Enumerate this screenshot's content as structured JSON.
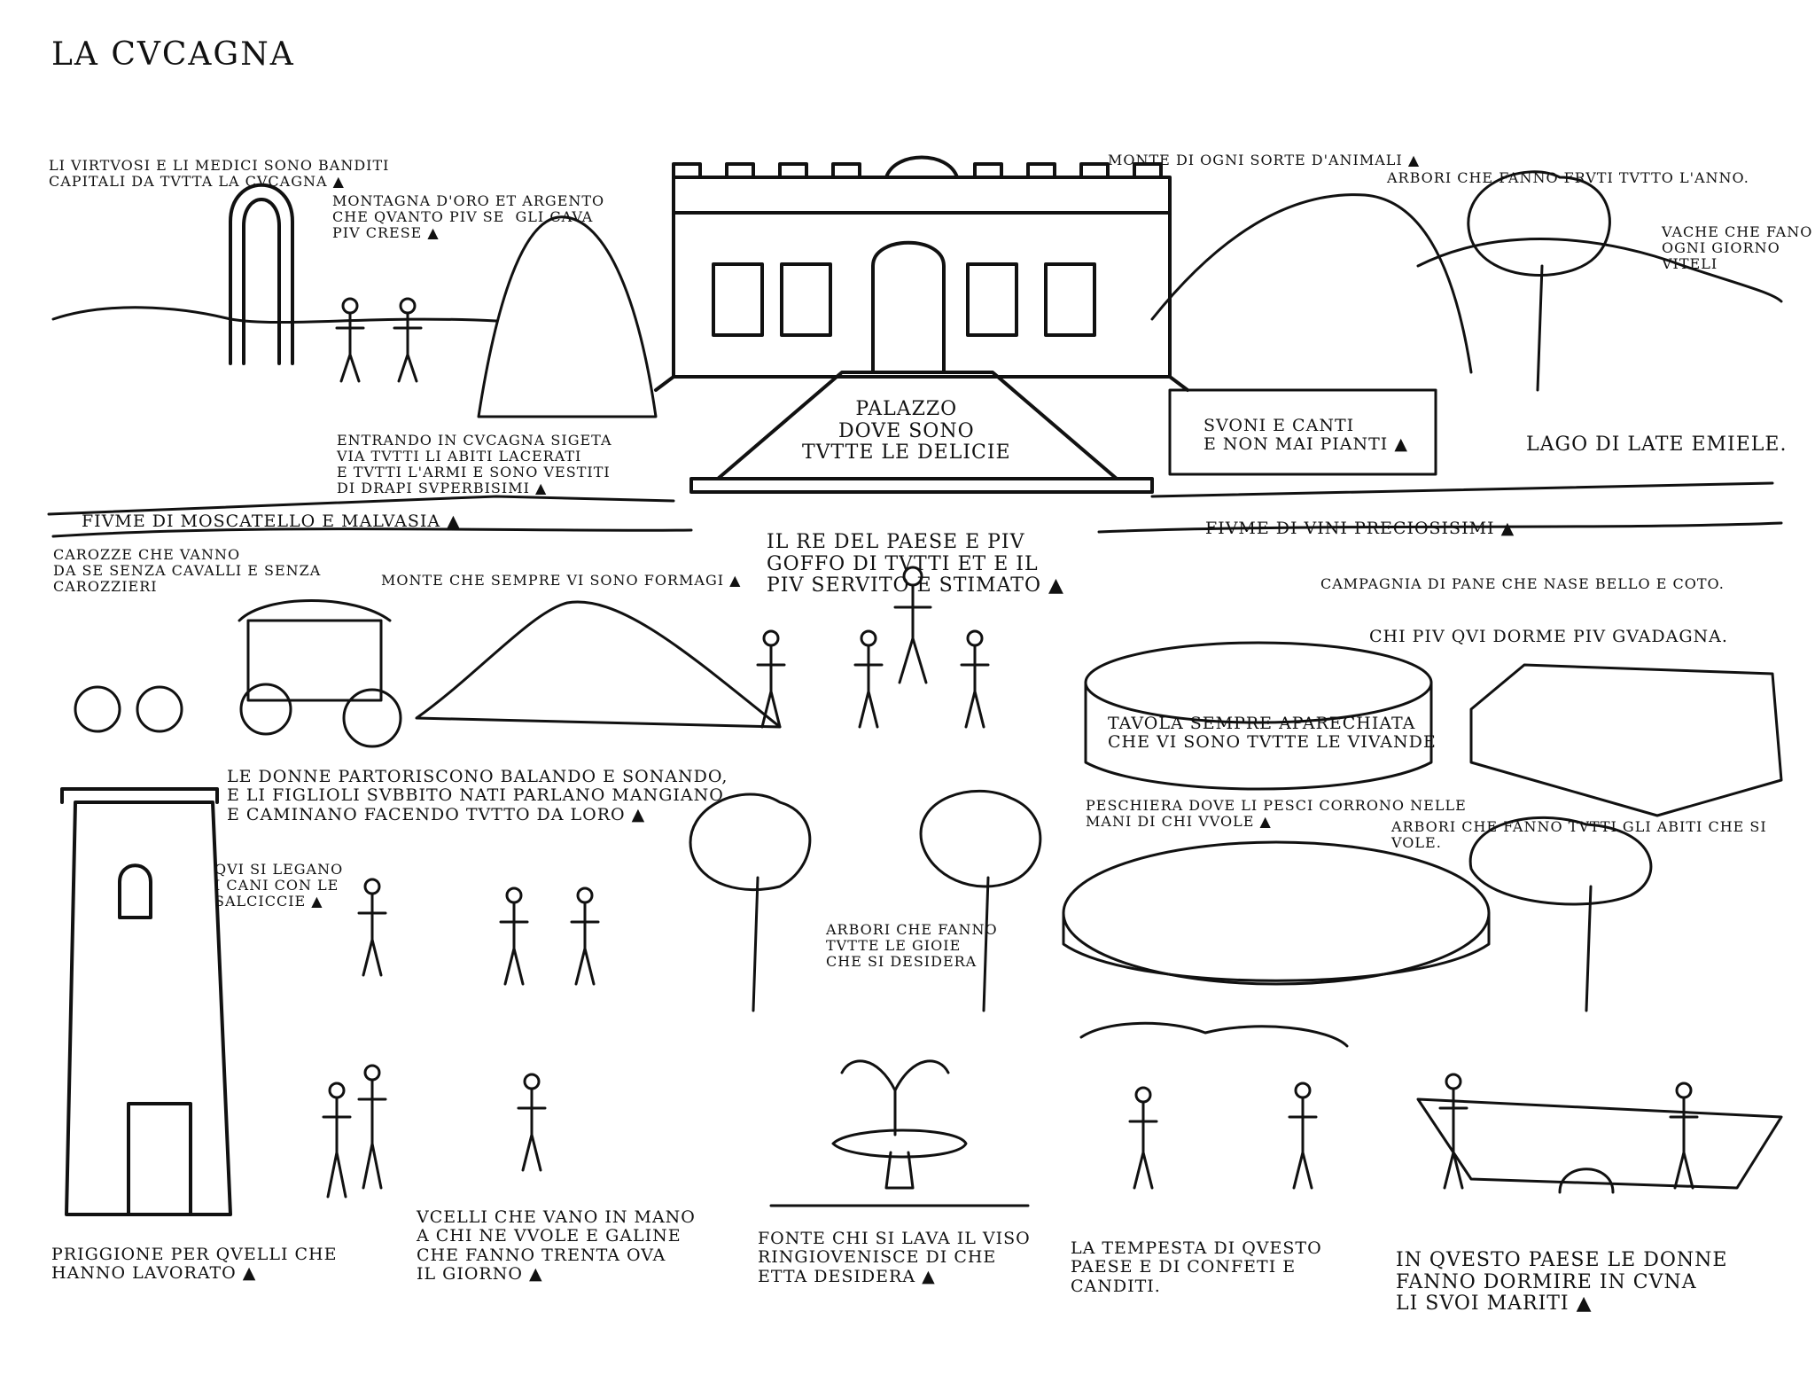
{
  "title": "LA CVCAGNA",
  "captions": {
    "virtuosi": "LI VIRTVOSI E LI MEDICI SONO BANDITI\nCAPITALI DA TVTTA LA CVCAGNA ▲",
    "montagna_oro": "MONTAGNA D'ORO ET ARGENTO\nCHE QVANTO PIV SE  GLI CAVA\nPIV CRESE ▲",
    "entrando": "ENTRANDO IN CVCAGNA SIGETA\nVIA TVTTI LI ABITI LACERATI\nE TVTTI L'ARMI E SONO VESTITI\nDI DRAPI SVPERBISIMI ▲",
    "fiume_moscatello": "FIVME DI MOSCATELLO E MALVASIA ▲",
    "palazzo": "PALAZZO\nDOVE SONO\nTVTTE LE DELICIE",
    "monte_animali": "MONTE DI OGNI SORTE D'ANIMALI ▲",
    "arbori_frutti": "ARBORI CHE FANNO FRVTI TVTTO L'ANNO.",
    "vache": "VACHE CHE FANO\nOGNI GIORNO\nVITELI",
    "suoni": "SVONI E CANTI\nE NON MAI PIANTI ▲",
    "lago": "LAGO DI LATE EMIELE.",
    "re": "IL RE DEL PAESE E PIV\nGOFFO DI TVTTI ET E IL\nPIV SERVITO E STIMATO ▲",
    "fiume_vini": "FIVME DI VINI PRECIOSISIMI ▲",
    "carozze": "CAROZZE CHE VANNO\nDA SE SENZA CAVALLI E SENZA\nCAROZZIERI",
    "formagi": "MONTE CHE SEMPRE VI SONO FORMAGI ▲",
    "campagnia": "CAMPAGNIA DI PANE CHE NASE BELLO E COTO.",
    "dorme": "CHI PIV QVI DORME PIV GVADAGNA.",
    "tavola": "TAVOLA SEMPRE APARECHIATA\nCHE VI SONO TVTTE LE VIVANDE",
    "donne_partoriscono": "LE DONNE PARTORISCONO BALANDO E SONANDO,\nE LI FIGLIOLI SVBBITO NATI PARLANO MANGIANO\nE CAMINANO FACENDO TVTTO DA LORO ▲",
    "peschiera": "PESCHIERA DOVE LI PESCI CORRONO NELLE\nMANI DI CHI VVOLE ▲",
    "arbori_abiti": "ARBORI CHE FANNO TVTTI GLI ABITI CHE SI\nVOLE.",
    "cani": "QVI SI LEGANO\nI CANI CON LE\nSALCICCIE ▲",
    "arbori_gioie": "ARBORI CHE FANNO\nTVTTE LE GIOIE\nCHE SI DESIDERA",
    "priggione": "PRIGGIONE PER QVELLI CHE\nHANNO LAVORATO ▲",
    "vcelli": "VCELLI CHE VANO IN MANO\nA CHI NE VVOLE E GALINE\nCHE FANNO TRENTA OVA\nIL GIORNO ▲",
    "fonte": "FONTE CHI SI LAVA IL VISO\nRINGIOVENISCE DI CHE\nETTA DESIDERA ▲",
    "tempesta": "LA TEMPESTA DI QVESTO\nPAESE E DI CONFETI E\nCANDITI.",
    "cuna": "IN QVESTO PAESE LE DONNE\nFANNO DORMIRE IN CVNA\nLI SVOI MARITI ▲"
  }
}
